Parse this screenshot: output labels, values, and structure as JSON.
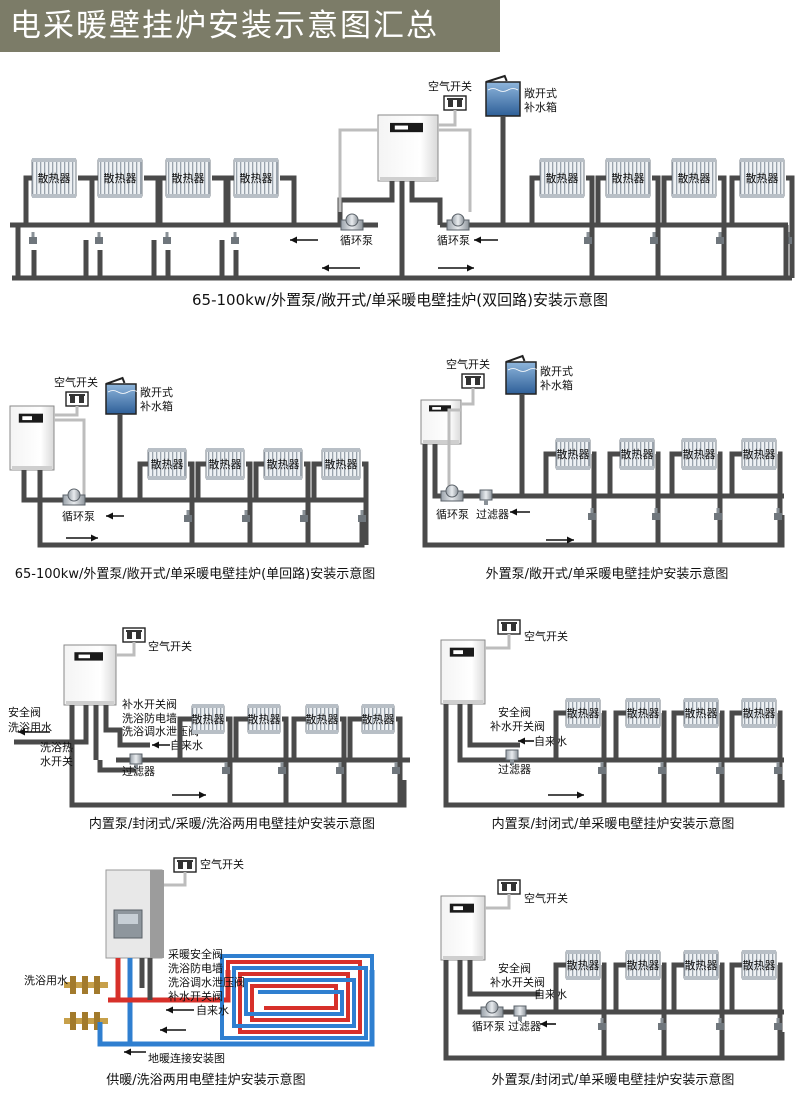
{
  "title": "电采暖壁挂炉安装示意图汇总",
  "labels": {
    "radiator": "散热器",
    "air_switch": "空气开关",
    "tank_line1": "敞开式",
    "tank_line2": "补水箱",
    "pump": "循环泵",
    "filter": "过滤器",
    "safety_valve": "安全阀",
    "refill_valve": "补水开关阀",
    "tap_water": "自来水",
    "bath_water": "洗浴用水",
    "anti_shock": "洗浴防电墙",
    "bath_relief": "洗浴调水泄压阀",
    "bath_hot_l1": "洗浴热",
    "bath_hot_l2": "水开关",
    "heat_safety": "采暖安全阀",
    "floor_conn": "地暖连接安装图"
  },
  "captions": {
    "d1": "65-100kw/外置泵/敞开式/单采暖电壁挂炉(双回路)安装示意图",
    "d2": "65-100kw/外置泵/敞开式/单采暖电壁挂炉(单回路)安装示意图",
    "d3": "外置泵/敞开式/单采暖电壁挂炉安装示意图",
    "d4": "内置泵/封闭式/采暖/洗浴两用电壁挂炉安装示意图",
    "d5": "内置泵/封闭式/单采暖电壁挂炉安装示意图",
    "d6": "供暖/洗浴两用电壁挂炉安装示意图",
    "d7": "外置泵/封闭式/单采暖电壁挂炉安装示意图"
  },
  "colors": {
    "title_bg": "#7c7c68",
    "pipe": "#4a4a4a",
    "water": "#3d6fa8",
    "hot_pipe": "#d7302a",
    "cold_pipe": "#2f7fd0"
  }
}
